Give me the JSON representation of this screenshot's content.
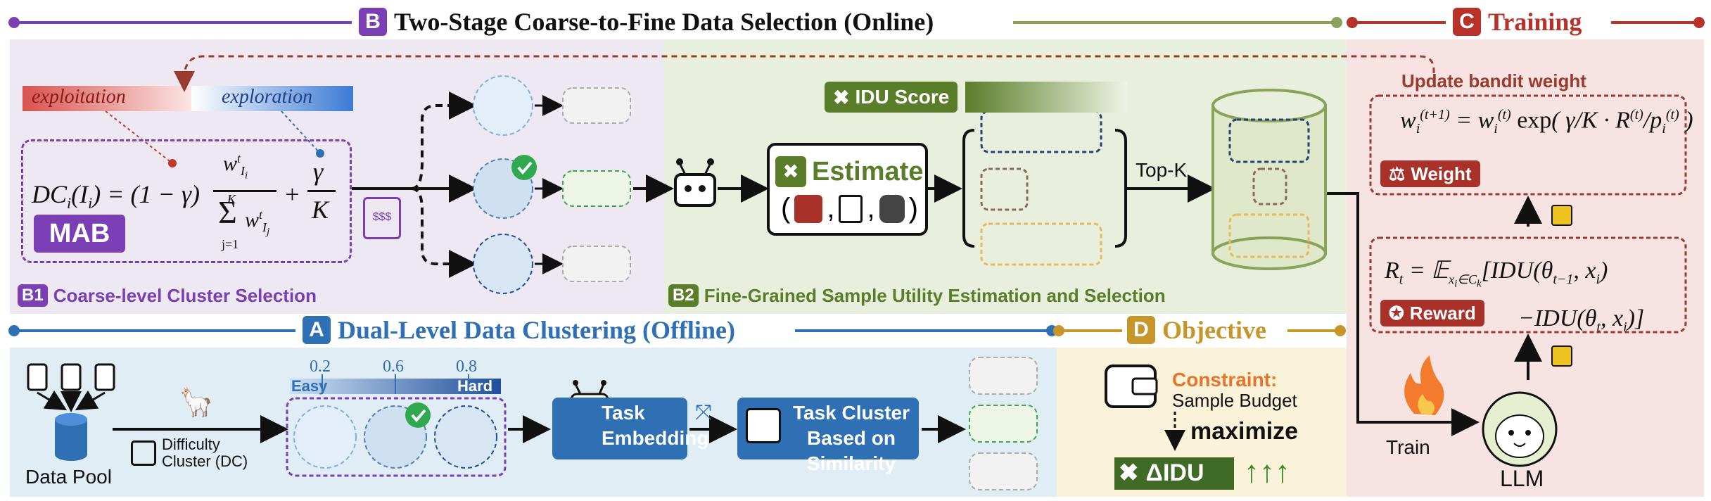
{
  "section_b": {
    "letter": "B",
    "title": "Two-Stage Coarse-to-Fine Data Selection (Online)"
  },
  "section_c": {
    "letter": "C",
    "title": "Training"
  },
  "section_a": {
    "letter": "A",
    "title": "Dual-Level Data Clustering (Offline)"
  },
  "section_d": {
    "letter": "D",
    "title": "Objective"
  },
  "b1": {
    "badge": "B1",
    "label": "Coarse-level Cluster Selection",
    "exploitation": "exploitation",
    "exploration": "exploration",
    "mab": "MAB",
    "formula_lhs": "DC",
    "formula_text": "DCi(Ii) = (1−γ) wtIi / Σj=1..K wtIj + γ/K"
  },
  "b2": {
    "badge": "B2",
    "label": "Fine-Grained Sample Utility Estimation and Selection",
    "idu_score": "IDU Score",
    "estimate": "Estimate",
    "topk": "Top-K"
  },
  "c": {
    "update_label": "Update bandit weight",
    "weight_tag": "Weight",
    "reward_tag": "Reward",
    "train": "Train",
    "llm": "LLM"
  },
  "a": {
    "data_pool": "Data Pool",
    "difficulty_label": "Difficulty Cluster (DC)",
    "easy": "Easy",
    "hard": "Hard",
    "tick1": "0.2",
    "tick2": "0.6",
    "tick3": "0.8",
    "task_embedding": "Task Embedding",
    "task_cluster": "Task Cluster Based on Similarity"
  },
  "d": {
    "constraint": "Constraint:",
    "budget": "Sample Budget",
    "maximize": "maximize",
    "delta_idu": "ΔIDU",
    "arrows": "↑↑↑"
  },
  "colors": {
    "purple": "#7b3fb5",
    "green": "#6b8a3a",
    "red": "#b8322a",
    "blue": "#2f6fb4",
    "gold": "#c7962a"
  }
}
